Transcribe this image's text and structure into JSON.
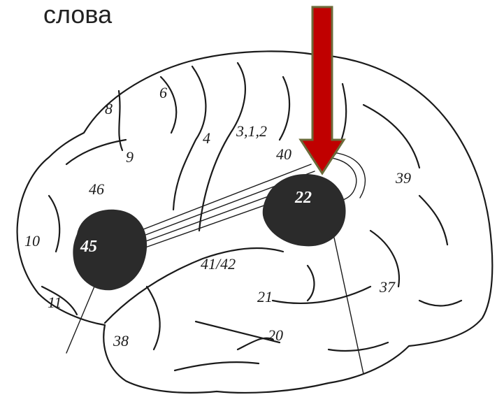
{
  "caption": "слова",
  "areas": {
    "a6": "6",
    "a8": "8",
    "a9": "9",
    "a4": "4",
    "a312": "3,1,2",
    "a40": "40",
    "a39": "39",
    "a46": "46",
    "a10": "10",
    "a45": "45",
    "a22": "22",
    "a4142": "41/42",
    "a21": "21",
    "a37": "37",
    "a20": "20",
    "a38": "38",
    "a11": "11"
  },
  "colors": {
    "arrow": "#c00000",
    "arrow_outline": "#6b6b3a",
    "area_fill": "#2b2b2b"
  }
}
